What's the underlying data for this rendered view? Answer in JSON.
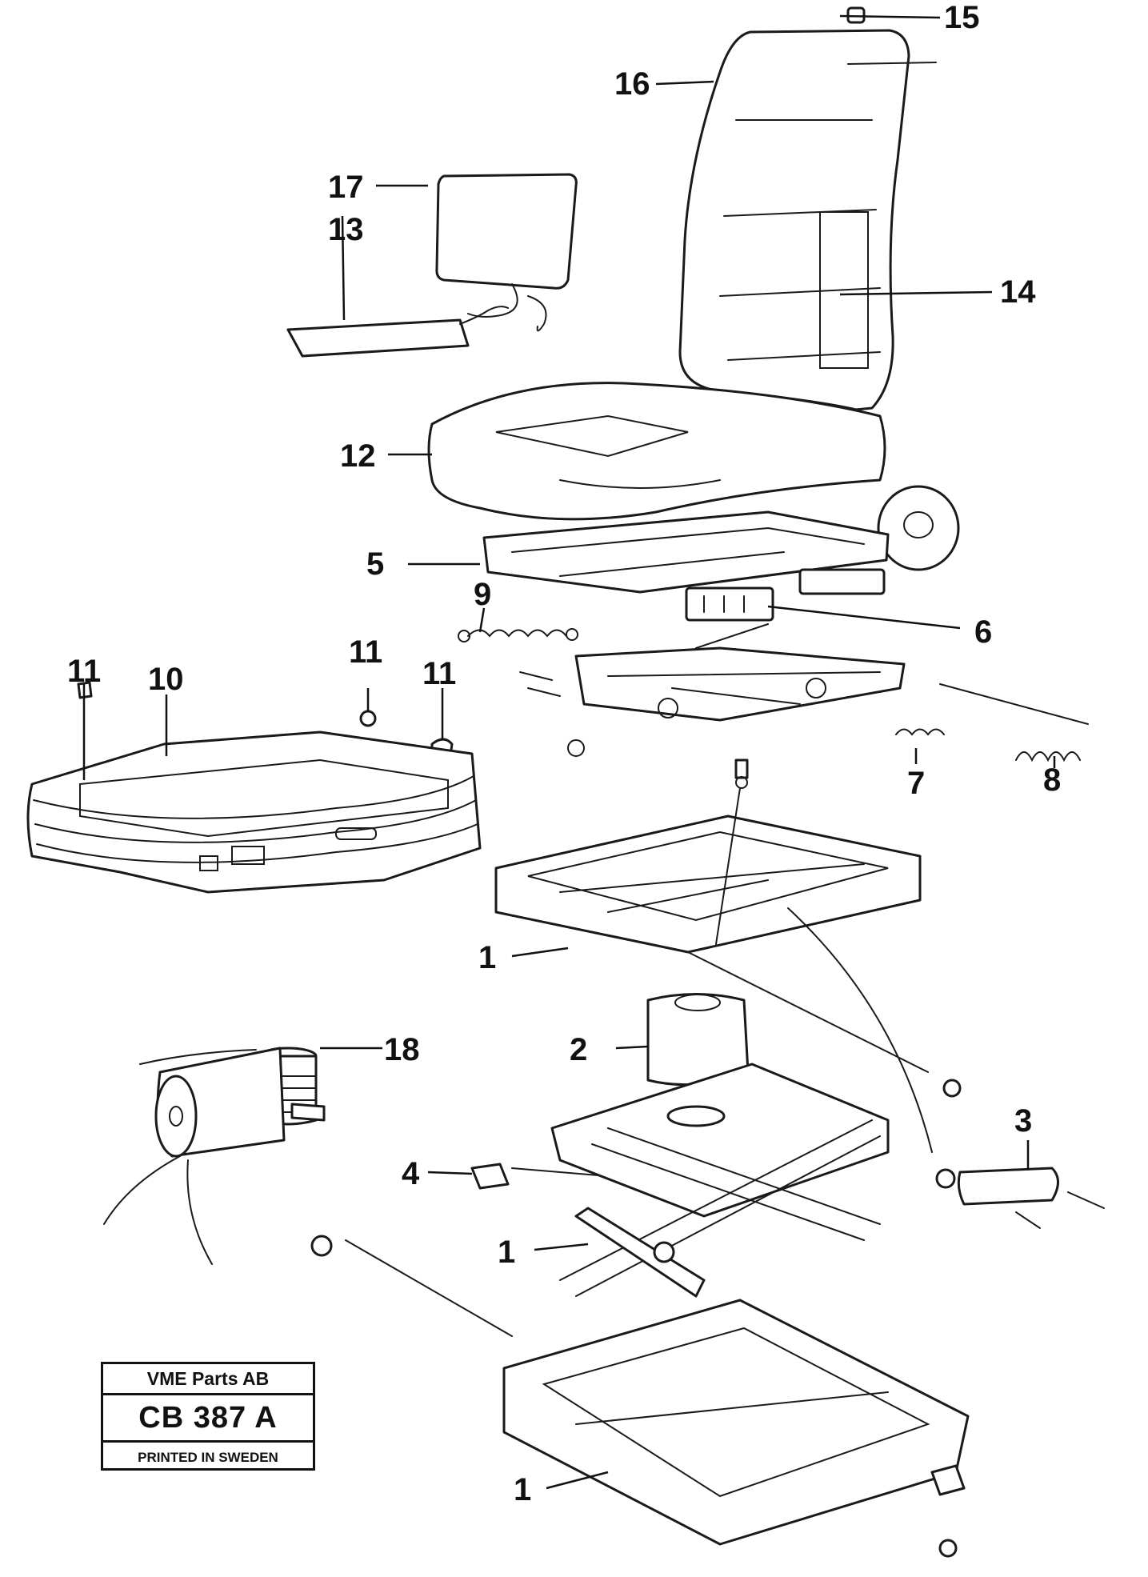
{
  "diagram": {
    "callouts": [
      "15",
      "16",
      "17",
      "13",
      "14",
      "12",
      "5",
      "9",
      "6",
      "11",
      "10",
      "11",
      "11",
      "7",
      "8",
      "1",
      "18",
      "2",
      "3",
      "4",
      "1",
      "1"
    ]
  },
  "stamp": {
    "company": "VME Parts AB",
    "code": "CB 387  A",
    "printed": "PRINTED IN SWEDEN"
  }
}
